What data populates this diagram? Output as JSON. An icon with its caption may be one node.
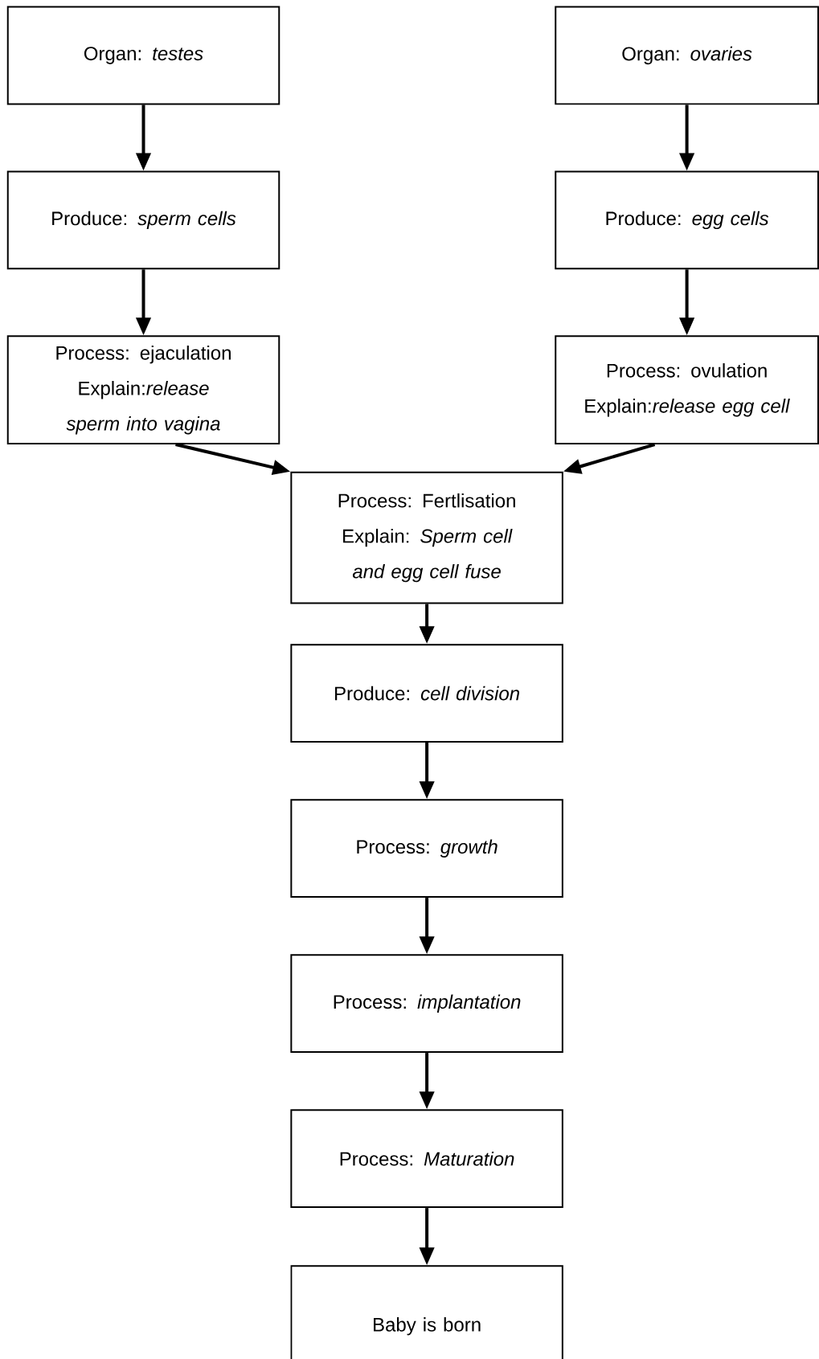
{
  "diagram": {
    "nodes": [
      {
        "text": [
          "Organ: *testes*"
        ]
      },
      {
        "text": [
          "Organ: *ovaries*"
        ]
      },
      {
        "text": [
          "Produce: *sperm cells*"
        ]
      },
      {
        "text": [
          "Produce: *egg cells*"
        ]
      },
      {
        "text": [
          "Process: ejaculation",
          "Explain:*release sperm into vagina*"
        ]
      },
      {
        "text": [
          "Process: ovulation",
          "Explain:*release egg cell*"
        ]
      },
      {
        "text": [
          "Process: Fertlisation",
          "Explain: *Sperm cell and egg cell fuse*"
        ]
      },
      {
        "text": [
          "Produce: *cell division*"
        ]
      },
      {
        "text": [
          "Process: *growth*"
        ]
      },
      {
        "text": [
          "Process: *implantation*"
        ]
      },
      {
        "text": [
          "Process: *Maturation*"
        ]
      },
      {
        "text": [
          "Baby is born"
        ]
      }
    ],
    "edges": [
      {
        "from": 0,
        "to": 2,
        "arrow": "to"
      },
      {
        "from": 1,
        "to": 3,
        "arrow": "to"
      },
      {
        "from": 2,
        "to": 4,
        "arrow": "to"
      },
      {
        "from": 3,
        "to": 5,
        "arrow": "to"
      },
      {
        "from": 4,
        "to": 6,
        "arrow": "to"
      },
      {
        "from": 5,
        "to": 6,
        "arrow": "to"
      },
      {
        "from": 6,
        "to": 7,
        "arrow": "to"
      },
      {
        "from": 7,
        "to": 8,
        "arrow": "to"
      },
      {
        "from": 8,
        "to": 9,
        "arrow": "to"
      },
      {
        "from": 9,
        "to": 10,
        "arrow": "to"
      },
      {
        "from": 10,
        "to": 11,
        "arrow": "to"
      }
    ]
  }
}
